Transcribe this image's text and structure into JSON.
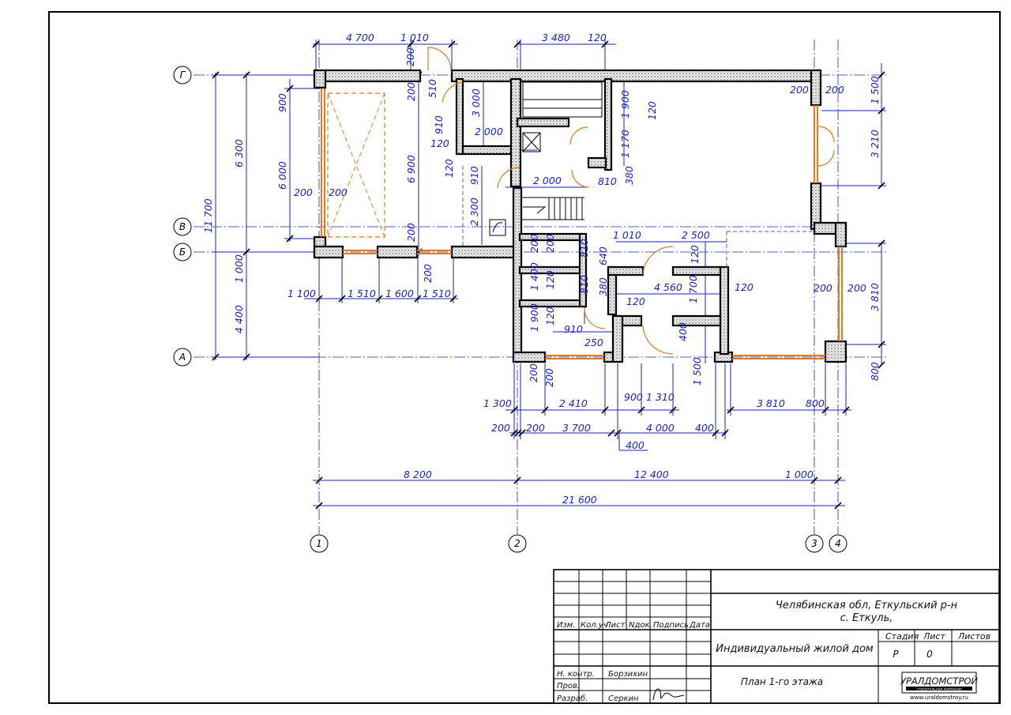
{
  "axes_letters": [
    "Г",
    "В",
    "Б",
    "А"
  ],
  "axes_numbers": [
    "1",
    "2",
    "3",
    "4"
  ],
  "dimensions": {
    "top": [
      "4 700",
      "1 010",
      "200",
      "3 480",
      "120"
    ],
    "left_outer": [
      "11 700"
    ],
    "left_mid": [
      "6 300",
      "1 000",
      "4 400"
    ],
    "left_inner": [
      "900",
      "6 000",
      "200",
      "200",
      "6 900",
      "200",
      "200"
    ],
    "garage_bottom": [
      "1 100",
      "1 510",
      "1 600",
      "1 510"
    ],
    "stair_area": [
      "510",
      "200",
      "3 000",
      "910",
      "120",
      "2 000",
      "120",
      "910",
      "2 000",
      "810",
      "2 300"
    ],
    "core": [
      "1 900",
      "120",
      "1 170",
      "380"
    ],
    "wc": [
      "200",
      "200",
      "810",
      "640",
      "1 400",
      "120",
      "810",
      "380",
      "1 900",
      "120",
      "910",
      "250"
    ],
    "hall": [
      "1 010",
      "2 500",
      "120",
      "4 560",
      "120",
      "1 700",
      "120",
      "400",
      "1 500"
    ],
    "right": [
      "200",
      "200",
      "1 500",
      "3 210",
      "200",
      "200",
      "3 810",
      "800"
    ],
    "bottom_row1": [
      "200",
      "200",
      "1 300",
      "2 410",
      "900",
      "1 310",
      "3 810",
      "800"
    ],
    "bottom_row2": [
      "200",
      "200",
      "3 700",
      "4 000",
      "400",
      "400"
    ],
    "bottom_row3": [
      "8 200",
      "12 400",
      "1 000"
    ],
    "bottom_total": [
      "21 600"
    ]
  },
  "title_block": {
    "header_cols": [
      "Изм.",
      "Кол.уч",
      "Лист",
      "Nдок.",
      "Подпись",
      "Дата"
    ],
    "address_line1": "Челябинская обл, Еткульский р-н",
    "address_line2": "с. Еткуль,",
    "project_name": "Индивидуальный жилой дом",
    "stage_label": "Стадия",
    "sheet_label": "Лист",
    "sheets_label": "Листов",
    "stage_value": "Р",
    "sheet_value": "0",
    "sheet_title": "План 1-го этажа",
    "roles": [
      "Н. контр.",
      "Пров.",
      "Разраб."
    ],
    "names": [
      "Борзихин",
      "Серкин"
    ],
    "company_name": "УРАЛДОМСТРОЙ",
    "company_tagline": "строительная компания",
    "company_url": "www.uraldomstroy.ru"
  },
  "colors": {
    "dimension": "#1a22c8",
    "window": "#e07a1a",
    "wall_hatch": "#000000"
  }
}
